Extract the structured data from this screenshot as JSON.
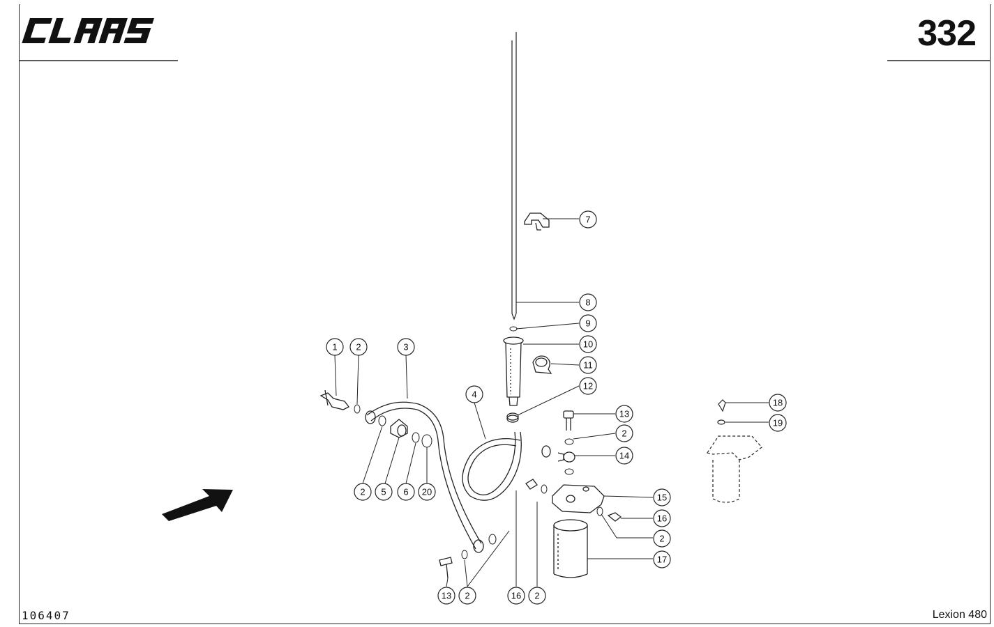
{
  "header": {
    "brand": "CLAAS",
    "page_number": "332"
  },
  "footer": {
    "doc_number": "106407",
    "model": "Lexion 480"
  },
  "callouts": [
    {
      "id": "c-7",
      "label": "7",
      "part": "clip"
    },
    {
      "id": "c-8",
      "label": "8",
      "part": "dipstick-tube"
    },
    {
      "id": "c-9",
      "label": "9",
      "part": "seal-ring"
    },
    {
      "id": "c-10",
      "label": "10",
      "part": "filler-neck"
    },
    {
      "id": "c-11",
      "label": "11",
      "part": "pipe-clamp"
    },
    {
      "id": "c-12",
      "label": "12",
      "part": "hose-clamp"
    },
    {
      "id": "c-1",
      "label": "1",
      "part": "sensor"
    },
    {
      "id": "c-2a",
      "label": "2",
      "part": "seal-ring"
    },
    {
      "id": "c-3",
      "label": "3",
      "part": "oil-line"
    },
    {
      "id": "c-4",
      "label": "4",
      "part": "hose"
    },
    {
      "id": "c-13a",
      "label": "13",
      "part": "banjo-bolt"
    },
    {
      "id": "c-2b",
      "label": "2",
      "part": "seal-ring"
    },
    {
      "id": "c-14",
      "label": "14",
      "part": "banjo-fitting"
    },
    {
      "id": "c-15",
      "label": "15",
      "part": "filter-head"
    },
    {
      "id": "c-16a",
      "label": "16",
      "part": "plug"
    },
    {
      "id": "c-2c",
      "label": "2",
      "part": "seal-ring"
    },
    {
      "id": "c-17",
      "label": "17",
      "part": "oil-filter"
    },
    {
      "id": "c-18",
      "label": "18",
      "part": "screw"
    },
    {
      "id": "c-19",
      "label": "19",
      "part": "washer"
    },
    {
      "id": "c-2d",
      "label": "2",
      "part": "seal-ring"
    },
    {
      "id": "c-5",
      "label": "5",
      "part": "fitting"
    },
    {
      "id": "c-6",
      "label": "6",
      "part": "seal-ring"
    },
    {
      "id": "c-20",
      "label": "20",
      "part": "seal-ring"
    },
    {
      "id": "c-13b",
      "label": "13",
      "part": "banjo-bolt"
    },
    {
      "id": "c-2e",
      "label": "2",
      "part": "seal-ring"
    },
    {
      "id": "c-16b",
      "label": "16",
      "part": "plug"
    },
    {
      "id": "c-2f",
      "label": "2",
      "part": "seal-ring"
    }
  ],
  "icons": {
    "arrow": "direction-of-travel-arrow-icon"
  }
}
